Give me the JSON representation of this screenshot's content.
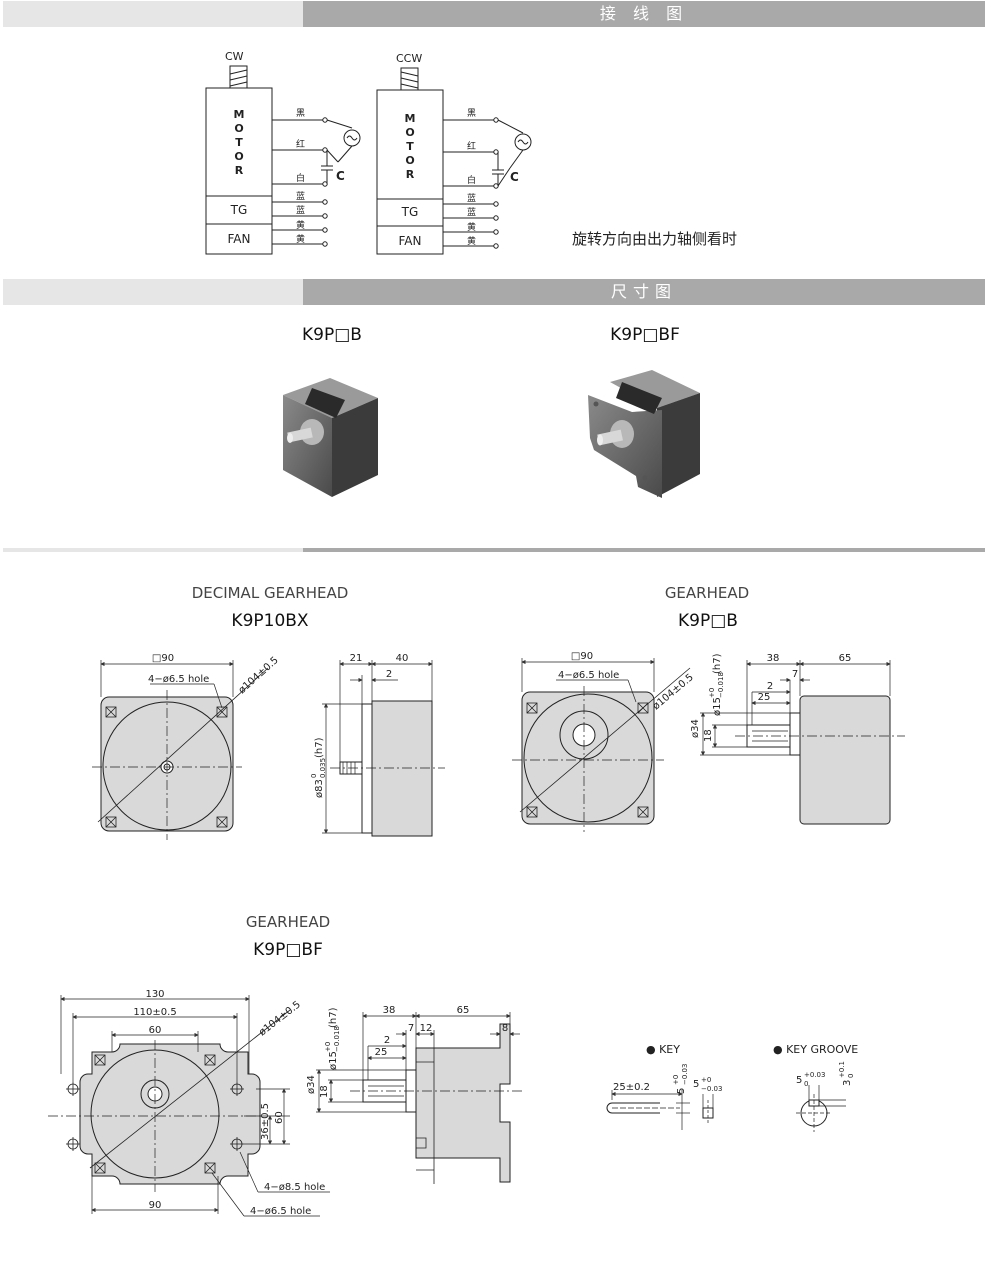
{
  "sections": {
    "wiring_title": "接 线 图",
    "dimension_title": "尺寸图"
  },
  "wiring": {
    "cw": {
      "direction": "CW",
      "motor_letters": [
        "M",
        "O",
        "T",
        "O",
        "R"
      ],
      "tg": "TG",
      "fan": "FAN",
      "wires": [
        "黑",
        "红",
        "白",
        "蓝",
        "蓝",
        "黄",
        "黄"
      ],
      "capacitor": "C"
    },
    "ccw": {
      "direction": "CCW",
      "motor_letters": [
        "M",
        "O",
        "T",
        "O",
        "R"
      ],
      "tg": "TG",
      "fan": "FAN",
      "wires": [
        "黑",
        "红",
        "白",
        "蓝",
        "蓝",
        "黄",
        "黄"
      ],
      "capacitor": "C"
    },
    "note": "旋转方向由出力轴侧看时"
  },
  "photos": [
    {
      "model": "K9P□B"
    },
    {
      "model": "K9P□BF"
    }
  ],
  "drawings": {
    "decimal": {
      "title": "DECIMAL GEARHEAD",
      "model": "K9P10BX",
      "dims": {
        "square": "□90",
        "hole": "4−ø6.5 hole",
        "pcd": "ø104±0.5",
        "len1": "21",
        "len2": "40",
        "len3": "2",
        "boss": "ø83",
        "boss_tol_up": "0",
        "boss_tol_dn": "0.035",
        "boss_fit": "(h7)"
      }
    },
    "gearhead_b": {
      "title": "GEARHEAD",
      "model": "K9P□B",
      "dims": {
        "square": "□90",
        "hole": "4−ø6.5 hole",
        "pcd": "ø104±0.5",
        "shaft": "ø15",
        "shaft_tol_up": "+0",
        "shaft_tol_dn": "−0.018",
        "shaft_fit": "(h7)",
        "l38": "38",
        "l65": "65",
        "l7": "7",
        "l2": "2",
        "l25": "25",
        "d34": "ø34",
        "d18": "18"
      }
    },
    "gearhead_bf": {
      "title": "GEARHEAD",
      "model": "K9P□BF",
      "dims": {
        "w130": "130",
        "w110": "110±0.5",
        "w60": "60",
        "w90": "90",
        "pcd": "ø104±0.5",
        "h36": "36±0.5",
        "h60": "60",
        "hole85": "4−ø8.5 hole",
        "hole65": "4−ø6.5 hole",
        "shaft": "ø15",
        "shaft_tol_up": "+0",
        "shaft_tol_dn": "−0.018",
        "shaft_fit": "(h7)",
        "l38": "38",
        "l65": "65",
        "l7": "7",
        "l12": "12",
        "l8": "8",
        "l2": "2",
        "l25": "25",
        "d34": "ø34",
        "d18": "18"
      }
    },
    "key": {
      "label": "● KEY",
      "len": "25±0.2",
      "w": "5",
      "w_up": "+0",
      "w_dn": "−0.03",
      "t": "5",
      "t_up": "+0",
      "t_dn": "−0.03"
    },
    "key_groove": {
      "label": "● KEY  GROOVE",
      "w": "5",
      "w_up": "+0.03",
      "w_dn": "0",
      "d": "3",
      "d_up": "+0.1",
      "d_dn": "0"
    }
  }
}
